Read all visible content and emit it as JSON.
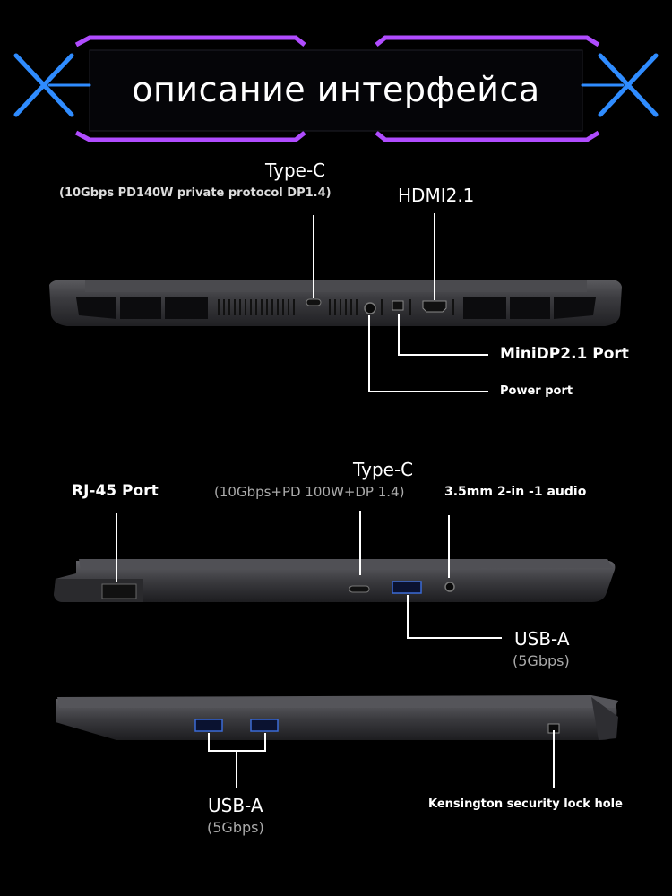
{
  "header": {
    "title": "описание интерфейса"
  },
  "back_panel": {
    "typec_label": "Type-C",
    "typec_spec": "(10Gbps PD140W private protocol DP1.4)",
    "hdmi_label": "HDMI2.1",
    "minidp_label": "MiniDP2.1 Port",
    "power_label": "Power port"
  },
  "left_side": {
    "rj45_label": "RJ-45 Port",
    "typec_label": "Type-C",
    "typec_spec": "(10Gbps+PD 100W+DP 1.4)",
    "audio_label": "3.5mm 2-in -1 audio",
    "usba_label": "USB-A",
    "usba_spec": "(5Gbps)"
  },
  "right_side": {
    "usba_label": "USB-A",
    "usba_spec": "(5Gbps)",
    "kensington_label": "Kensington security lock hole"
  },
  "colors": {
    "accent_purple": "#b04cff",
    "accent_blue": "#2f8cff",
    "chassis": "#3a3a3d"
  }
}
